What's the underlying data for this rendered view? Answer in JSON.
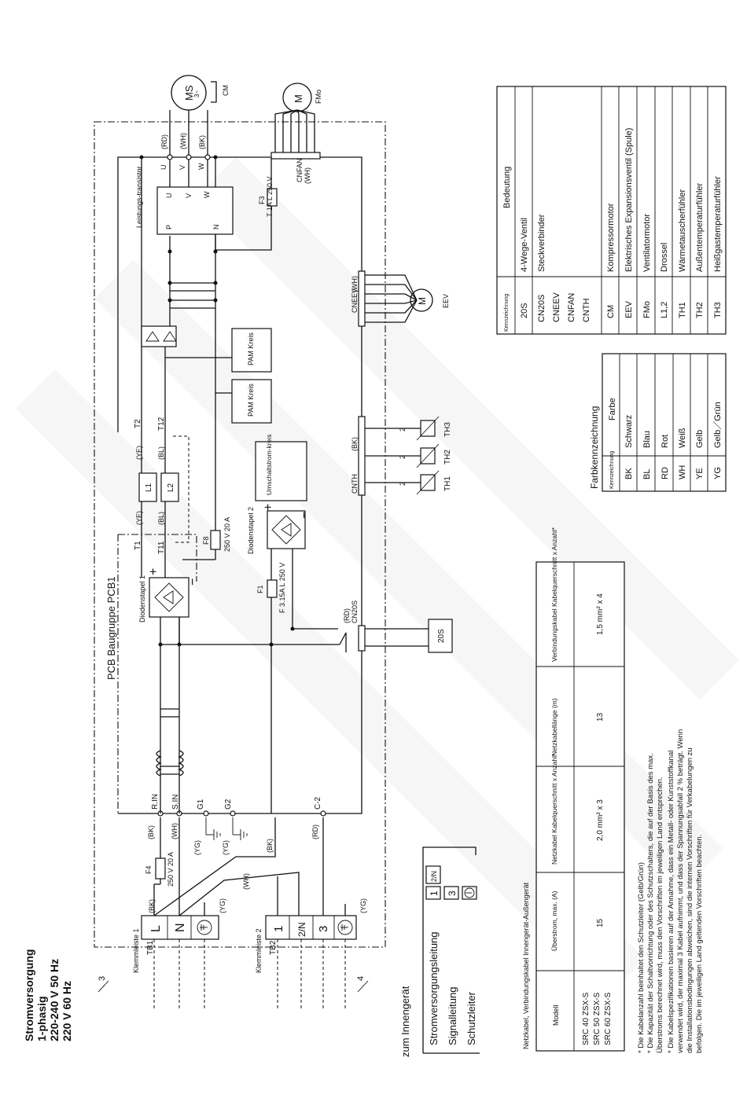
{
  "supply": {
    "title": "Stromversorgung",
    "phase": "1-phasig",
    "line1": "220-240 V  50 Hz",
    "line2": "220 V  60 Hz"
  },
  "terminals": {
    "tb1": "TB1",
    "tb1_name": "Klemmleiste 1",
    "tb2": "TB2",
    "tb2_name": "Klemmleiste 2",
    "L": "L",
    "N": "N",
    "one": "1",
    "two_n": "2/N",
    "three": "3",
    "marker_3": "3",
    "marker_4": "4"
  },
  "wire_colors": {
    "bk": "(BK)",
    "wh": "(WH)",
    "yg": "(YG)",
    "rd": "(RD)",
    "ye": "(YE)",
    "bl": "(BL)"
  },
  "fuses": {
    "f4": "F4",
    "f4_rating": "250 V 20 A",
    "f8": "F8",
    "f8_rating": "250 V 20 A",
    "f1": "F1",
    "f1_rating": "F 3.15A L 250 V",
    "f3": "F3",
    "f3_rating": "T 1A L 250 V"
  },
  "pcb": {
    "name": "PCB Baugruppe  PCB1",
    "rin": "R.IN",
    "sin": "S.IN",
    "g1": "G1",
    "g2": "G2",
    "c2": "C-2",
    "bridge1": "Diodenstapel 1",
    "bridge2": "Diodenstapel 2",
    "plus": "+",
    "minus": "−",
    "tilde": "~",
    "t1": "T1",
    "t11": "T11",
    "t2": "T2",
    "t12": "T12",
    "l1": "L1",
    "l2": "L2",
    "pam": "PAM Kreis",
    "switch_circuit": "Umschaltstrom-kreis",
    "transistor": "Leistungs-transistor",
    "p": "P",
    "n": "N",
    "u": "U",
    "v": "V",
    "w": "W",
    "cn20s": "CN20S",
    "cnth": "CNTH",
    "cneev": "CNEEV",
    "cnfan": "CNFAN"
  },
  "devices": {
    "valve": "20S",
    "ms": "MS",
    "ms_sub": "3~",
    "cm": "CM",
    "fan": "M",
    "fmo": "FMo",
    "eev_m": "M",
    "eev": "EEV",
    "th1": "TH1",
    "th2": "TH2",
    "th3": "TH3",
    "wire_num": "2"
  },
  "indoor": {
    "to": "zum Innengerät",
    "power": "Stromversorgungsleitung",
    "signal": "Signalleitung",
    "earth": "Schutzleiter",
    "k1": "1",
    "k2n": "2/N",
    "k3": "3"
  },
  "cable_table": {
    "caption": "Netzkabel, Verbindungskabel Innengerät-Außengerät",
    "headers": [
      "Modell",
      "Überstrom, max.\n(A)",
      "Netzkabel\nKabelquerschnitt x Anzahl*",
      "Netzkabellänge\n(m)",
      "Verbindungskabel\nKabelquerschnitt x Anzahl*"
    ],
    "models": [
      "SRC 40 ZSX-S",
      "SRC 50 ZSX-S",
      "SRC 60 ZSX-S"
    ],
    "current": "15",
    "cable": "2,0 mm² x 3",
    "length": "13",
    "link": "1,5 mm² x 4"
  },
  "notes": [
    "* Die Kabelanzahl beinhaltet den Schutzleiter  (Gelb/Grün)",
    "* Die Kapazität der Schaltvorrichtung oder des Schutzschalters, die auf der Basis des max.",
    "  Überstroms berechnet wird, muss den Vorschriften im jeweiligen Land entsprechen.",
    "* Die Kabelspezifikationen basieren auf der Annahme, dass ein Metall- oder Kunststoffkanal",
    "  verwendet wird, der maximal 3 Kabel aufnimmt, und dass der Spannungsabfall 2 % beträgt. Wenn",
    "  die Installationsbedingungen abweichen, sind die internen Vorschriften für Verkabelungen zu",
    "  befolgen. Die im jeweiligen Land geltenden Vorschriften beachten."
  ],
  "color_table": {
    "title": "Farbkennzeichnung",
    "h1": "Kennzeichnung",
    "h2": "Farbe",
    "rows": [
      [
        "BK",
        "Schwarz"
      ],
      [
        "BL",
        "Blau"
      ],
      [
        "RD",
        "Rot"
      ],
      [
        "WH",
        "Weiß"
      ],
      [
        "YE",
        "Gelb"
      ],
      [
        "YG",
        "Gelb／Grün"
      ]
    ]
  },
  "meaning_table": {
    "h1": "Kennzeichnung",
    "h2": "Bedeutung",
    "rows": [
      [
        "20S",
        "4-Wege-Ventil"
      ],
      [
        "CN20S\nCNEEV\nCNFAN\nCNTH",
        "Steckverbinder"
      ],
      [
        "CM",
        "Kompressormotor"
      ],
      [
        "EEV",
        "Elektrisches Expansionsventil (Spule)"
      ],
      [
        "FMo",
        "Ventilatormotor"
      ],
      [
        "L1,2",
        "Drossel"
      ],
      [
        "TH1",
        "Wärmetauscherfühler"
      ],
      [
        "TH2",
        "Außentemperaturfühler"
      ],
      [
        "TH3",
        "Heißgastemperaturfühler"
      ]
    ]
  }
}
